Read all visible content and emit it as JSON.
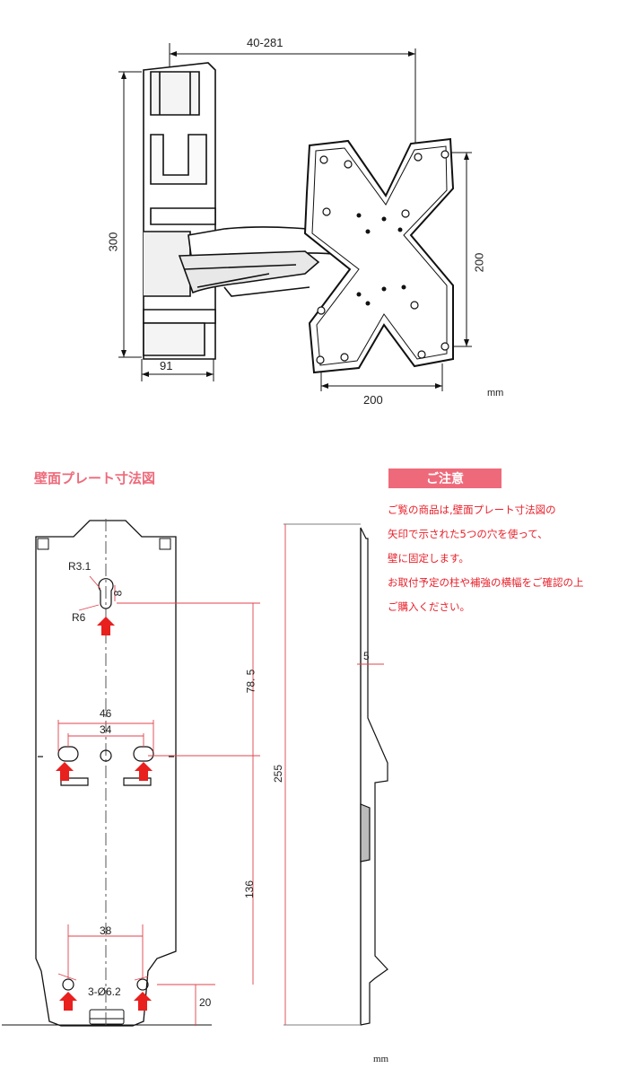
{
  "colors": {
    "accent_pink": "#ee6a7a",
    "notice_text": "#e8202a",
    "arrow_red": "#e8201e",
    "line": "#111111",
    "dim_red_line": "#e0434c"
  },
  "top_diagram": {
    "dim_depth": "40-281",
    "dim_height": "300",
    "dim_base": "91",
    "dim_vesa_h": "200",
    "dim_vesa_v": "200",
    "unit": "mm"
  },
  "plate_section": {
    "title": "壁面プレート寸法図",
    "labels": {
      "r31": "R3.1",
      "r6": "R6",
      "d8": "8",
      "d785": "78. 5",
      "d46": "46",
      "d34": "34",
      "d255": "255",
      "d136": "136",
      "d38": "38",
      "holes": "3-Ø6.2",
      "d20": "20",
      "d5": "5"
    },
    "unit": "mm"
  },
  "notice": {
    "heading": "ご注意",
    "lines": [
      "ご覧の商品は,壁面プレート寸法図の",
      "矢印で示された5つの穴を使って、",
      "壁に固定します。",
      "お取付予定の柱や補強の横幅をご確認の上",
      "ご購入ください。"
    ]
  }
}
